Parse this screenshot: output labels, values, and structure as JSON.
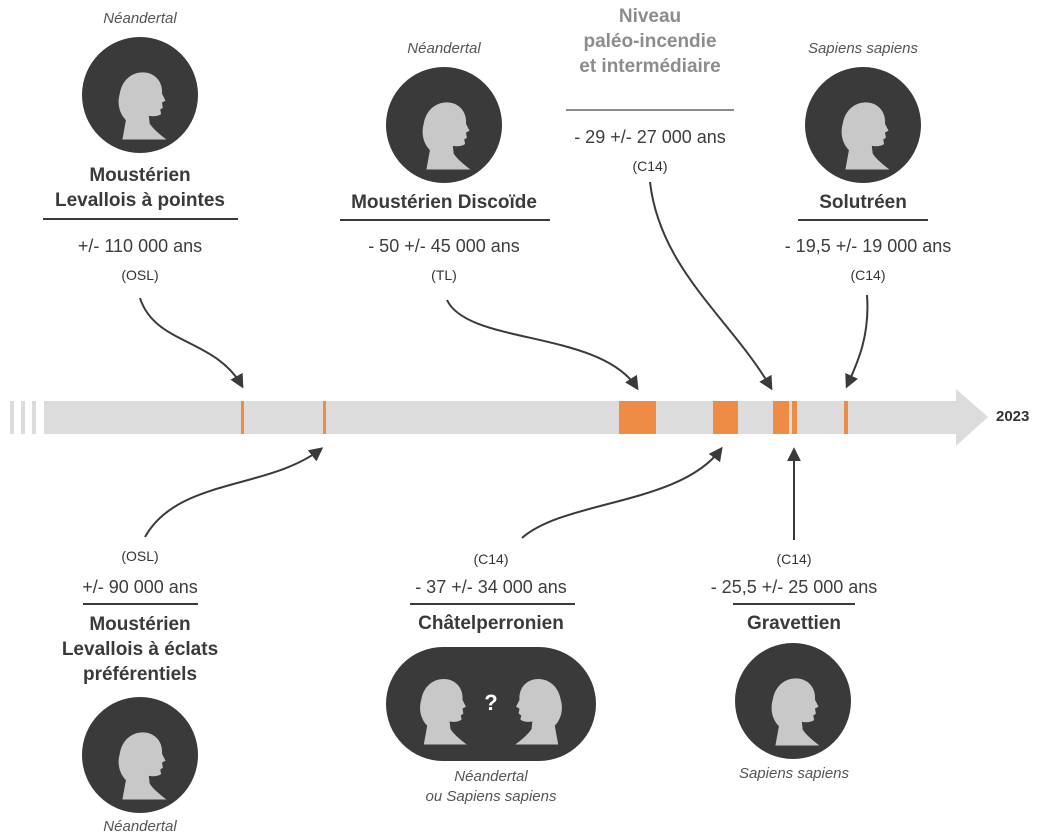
{
  "colors": {
    "timeline": "#dcdcdc",
    "accent": "#ee8b44",
    "dark": "#3a3a3a",
    "head": "#c8c8c8",
    "muted": "#8c8c8c"
  },
  "timeline": {
    "end_label": "2023"
  },
  "entries": {
    "mousterien_pointes": {
      "species": "Néandertal",
      "culture_line1": "Moustérien",
      "culture_line2": "Levallois à pointes",
      "date": "+/- 110 000 ans",
      "method": "(OSL)",
      "icon": "neanderthal-head-icon"
    },
    "mousterien_discoide": {
      "species": "Néandertal",
      "culture": "Moustérien Discoïde",
      "date": "- 50 +/- 45 000 ans",
      "method": "(TL)",
      "icon": "neanderthal-head-icon"
    },
    "paleo_incendie": {
      "culture_line1": "Niveau",
      "culture_line2": "paléo-incendie",
      "culture_line3": "et intermédiaire",
      "date": "- 29 +/- 27 000 ans",
      "method": "(C14)"
    },
    "solutreen": {
      "species": "Sapiens sapiens",
      "culture": "Solutréen",
      "date": "- 19,5 +/- 19 000 ans",
      "method": "(C14)",
      "icon": "sapiens-head-icon"
    },
    "mousterien_eclats": {
      "method": "(OSL)",
      "date": "+/- 90 000 ans",
      "culture_line1": "Moustérien",
      "culture_line2": "Levallois à éclats",
      "culture_line3": "préférentiels",
      "species": "Néandertal",
      "icon": "neanderthal-head-icon"
    },
    "chatelperronien": {
      "method": "(C14)",
      "date": "- 37 +/- 34 000 ans",
      "culture": "Châtelperronien",
      "question": "?",
      "species_line1": "Néandertal",
      "species_line2": "ou Sapiens sapiens",
      "icon": "two-heads-question-icon"
    },
    "gravettien": {
      "method": "(C14)",
      "date": "- 25,5 +/- 25 000 ans",
      "culture": "Gravettien",
      "species": "Sapiens sapiens",
      "icon": "sapiens-head-icon"
    }
  }
}
